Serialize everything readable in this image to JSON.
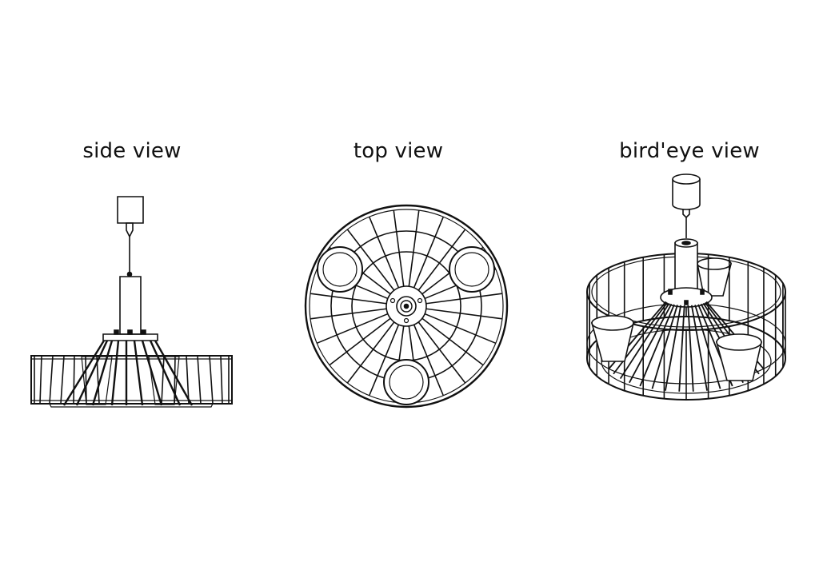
{
  "views": {
    "side": {
      "title": "side view"
    },
    "top": {
      "title": "top view"
    },
    "birdseye": {
      "title": "bird'eye view"
    }
  },
  "stroke_color": "#111111",
  "background_color": "#ffffff"
}
